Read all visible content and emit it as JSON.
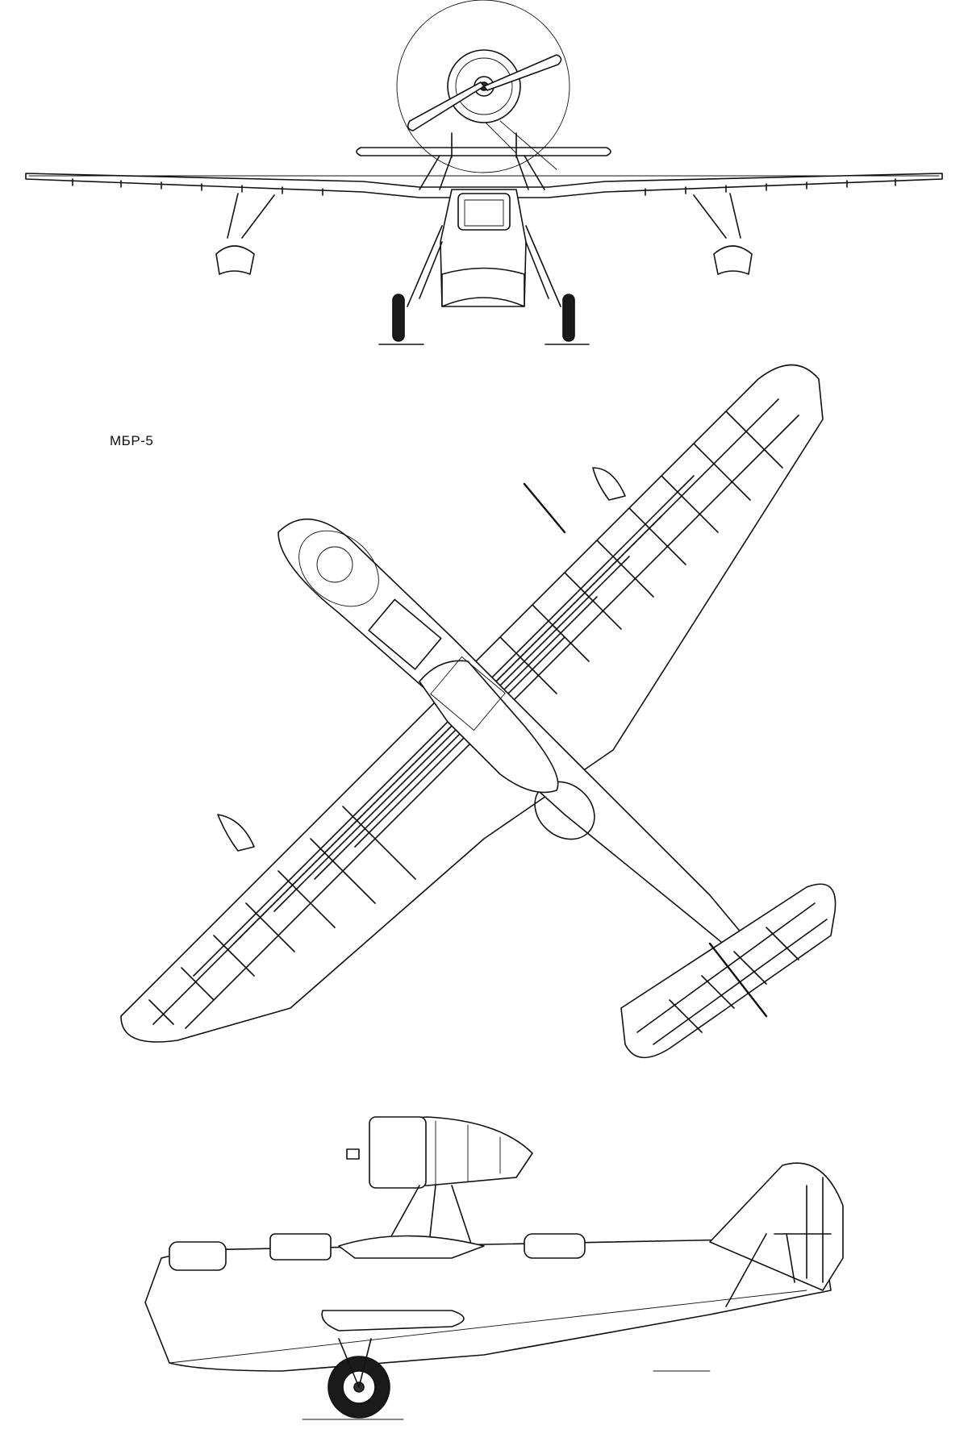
{
  "drawing": {
    "label": "МБР-5",
    "views": [
      "front-view",
      "top-view",
      "side-view"
    ],
    "colors": {
      "ink": "#111111",
      "paper": "#ffffff"
    }
  }
}
